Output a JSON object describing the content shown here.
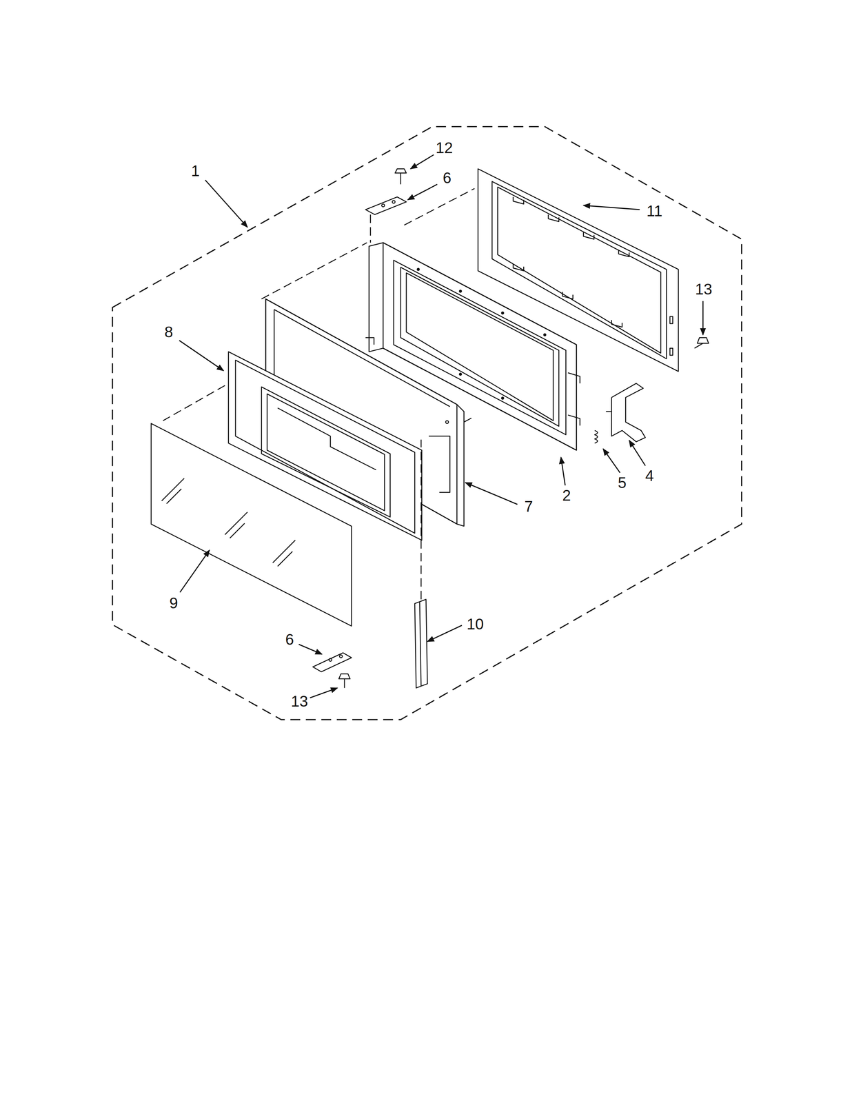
{
  "diagram": {
    "labels": [
      "12",
      "6",
      "1",
      "11",
      "13",
      "8",
      "7",
      "2",
      "5",
      "4",
      "9",
      "10",
      "6",
      "13"
    ]
  }
}
